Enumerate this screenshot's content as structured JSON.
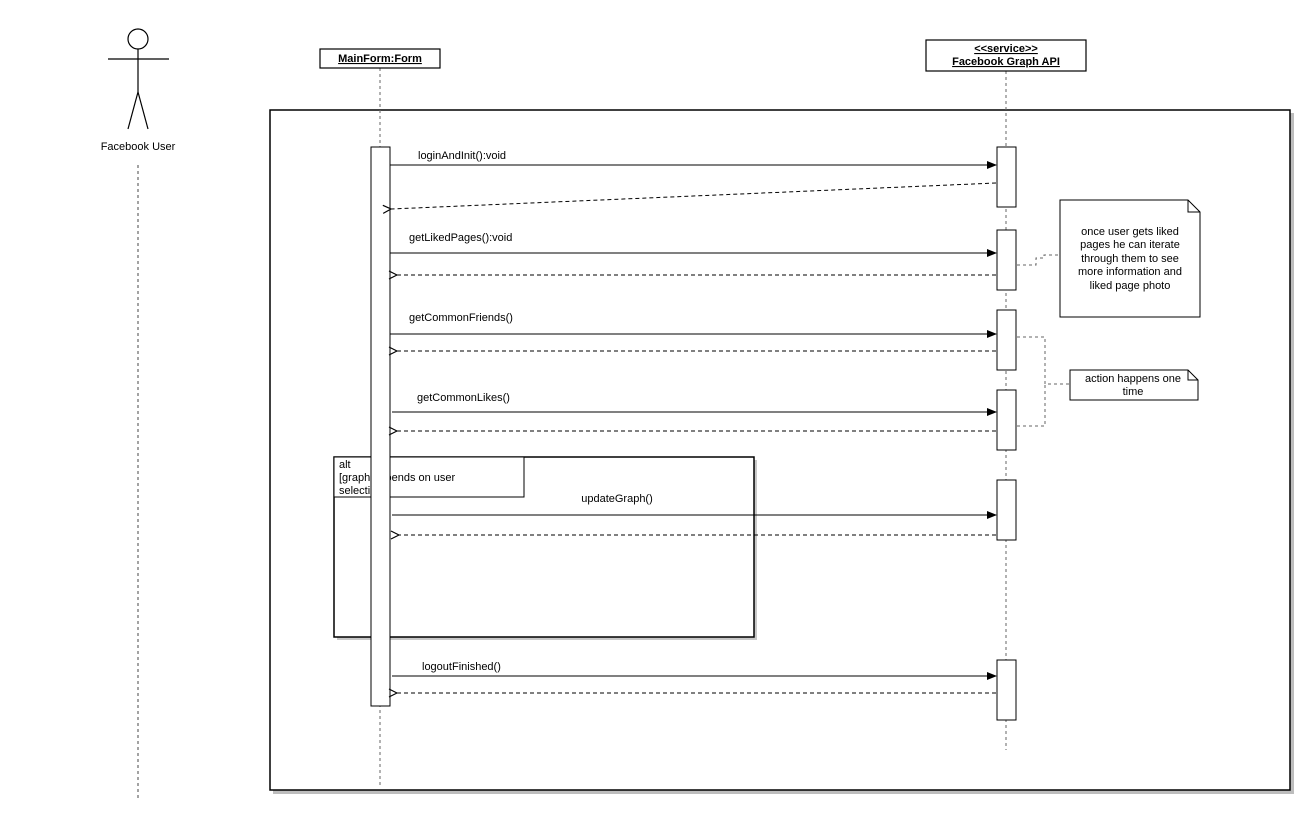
{
  "actor": {
    "label": "Facebook User"
  },
  "lifelines": {
    "main_form": {
      "label": "MainForm:Form"
    },
    "facebook_api": {
      "stereotype": "<<service>>",
      "label": "Facebook Graph API"
    }
  },
  "messages": [
    {
      "label": "loginAndInit():void"
    },
    {
      "label": "getLikedPages():void"
    },
    {
      "label": "getCommonFriends()"
    },
    {
      "label": "getCommonLikes()"
    },
    {
      "label": "updateGraph()"
    },
    {
      "label": "logoutFinished()"
    }
  ],
  "alt_fragment": {
    "operator": "alt",
    "guard_line1": "[graph depends on user",
    "guard_line2": "selection]"
  },
  "notes": {
    "liked_pages": {
      "lines": [
        "once user gets liked",
        "pages he can iterate",
        "through them to see",
        "more information and",
        "liked page photo"
      ]
    },
    "one_time": {
      "lines": [
        "action happens one",
        "time"
      ]
    }
  },
  "colors": {
    "stroke": "#000000",
    "note_connector": "#666666",
    "background": "#ffffff"
  }
}
